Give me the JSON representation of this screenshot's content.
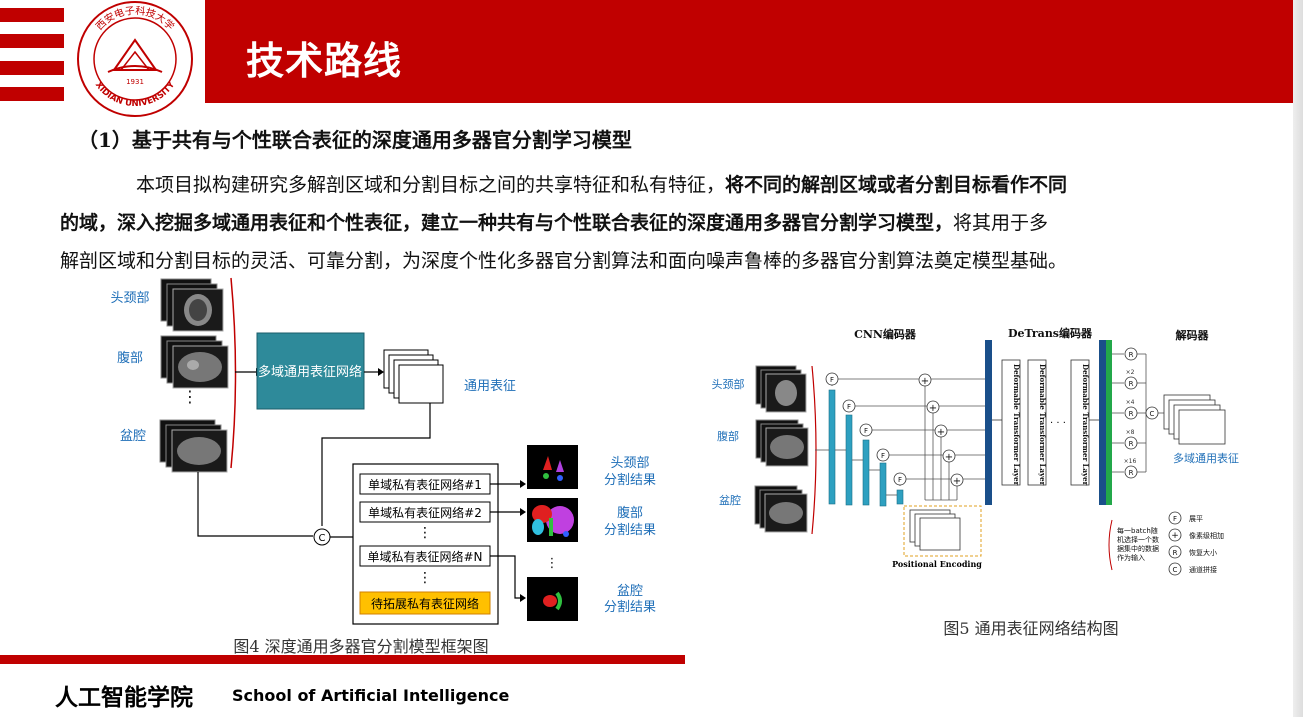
{
  "header": {
    "title": "技术路线"
  },
  "logo": {
    "text_top": "西安电子科技大学",
    "text_bottom": "XIDIAN UNIVERSITY",
    "year": "1931"
  },
  "section": {
    "heading": "（1）基于共有与个性联合表征的深度通用多器官分割学习模型"
  },
  "paragraph": {
    "l1_normal": "本项目拟构建研究多解剖区域和分割目标之间的共享特征和私有特征，",
    "l1_bold": "将不同的解剖区域或者分割目标看作不同",
    "l2_bold": "的域，深入挖掘多域通用表征和个性表征，建立一种共有与个性联合表征的深度通用多器官分割学习模型，",
    "l2_normal": "将其用于多",
    "l3": "解剖区域和分割目标的灵活、可靠分割，为深度个性化多器官分割算法和面向噪声鲁棒的多器官分割算法奠定模型基础。"
  },
  "fig4": {
    "caption": "图4 深度通用多器官分割模型框架图",
    "regions": [
      "头颈部",
      "腹部",
      "盆腔"
    ],
    "shared_net": "多域通用表征网络",
    "shared_feat": "通用表征",
    "private_nets": [
      "单域私有表征网络#1",
      "单域私有表征网络#2",
      "单域私有表征网络#N"
    ],
    "extension": "待拓展私有表征网络",
    "results": [
      {
        "l1": "头颈部",
        "l2": "分割结果"
      },
      {
        "l1": "腹部",
        "l2": "分割结果"
      },
      {
        "l1": "盆腔",
        "l2": "分割结果"
      }
    ],
    "concat_symbol": "C",
    "dots": "⋮"
  },
  "fig5": {
    "caption": "图5 通用表征网络结构图",
    "cnn_label": "CNN编码器",
    "detrans_label": "DeTrans编码器",
    "decoder_label": "解码器",
    "regions": [
      "头颈部",
      "腹部",
      "盆腔"
    ],
    "layer_label": "Deformable Transformer Layer",
    "pos_enc": "Positional Encoding",
    "output": "多域通用表征",
    "scales": [
      "×2",
      "×4",
      "×8",
      "×16"
    ],
    "note": [
      "每一batch随",
      "机选择一个数",
      "据集中的数据",
      "作为输入"
    ],
    "legend": [
      {
        "sym": "F",
        "text": "展平"
      },
      {
        "sym": "+",
        "text": "像素级相加"
      },
      {
        "sym": "R",
        "text": "恢复大小"
      },
      {
        "sym": "C",
        "text": "通道拼接"
      }
    ],
    "symbols": {
      "flatten": "F",
      "resize": "R",
      "concat": "C",
      "add": "+"
    },
    "ellipsis": "· · ·"
  },
  "footer": {
    "cn": "人工智能学院",
    "en": "School of Artificial Intelligence"
  },
  "colors": {
    "brand_red": "#c00000",
    "teal": "#2e8a9a",
    "blue": "#1f6fb8",
    "green": "#23a84a",
    "dark_blue": "#1a4f8a",
    "yellow": "#ffc000"
  }
}
